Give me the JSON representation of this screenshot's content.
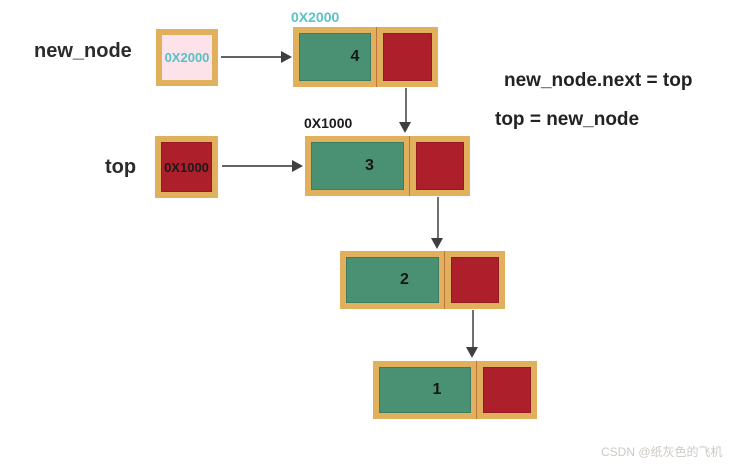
{
  "pointers": {
    "new_node": {
      "label": "new_node",
      "box_value": "0X2000"
    },
    "top": {
      "label": "top",
      "box_value": "0X1000"
    }
  },
  "nodes": [
    {
      "address_label": "0X2000",
      "value": "4"
    },
    {
      "address_label": "0X1000",
      "value": "3"
    },
    {
      "value": "2"
    },
    {
      "value": "1"
    }
  ],
  "annotations": {
    "line1": "new_node.next = top",
    "line2": "top = new_node"
  },
  "watermark": "CSDN @纸灰色的飞机",
  "colors": {
    "gold_border": "#e0b05c",
    "green_cell": "#4a9173",
    "red_cell": "#ae1f2c",
    "pink_box": "#fbe3e9",
    "teal_text": "#56c1c4",
    "arrow": "#636363"
  }
}
